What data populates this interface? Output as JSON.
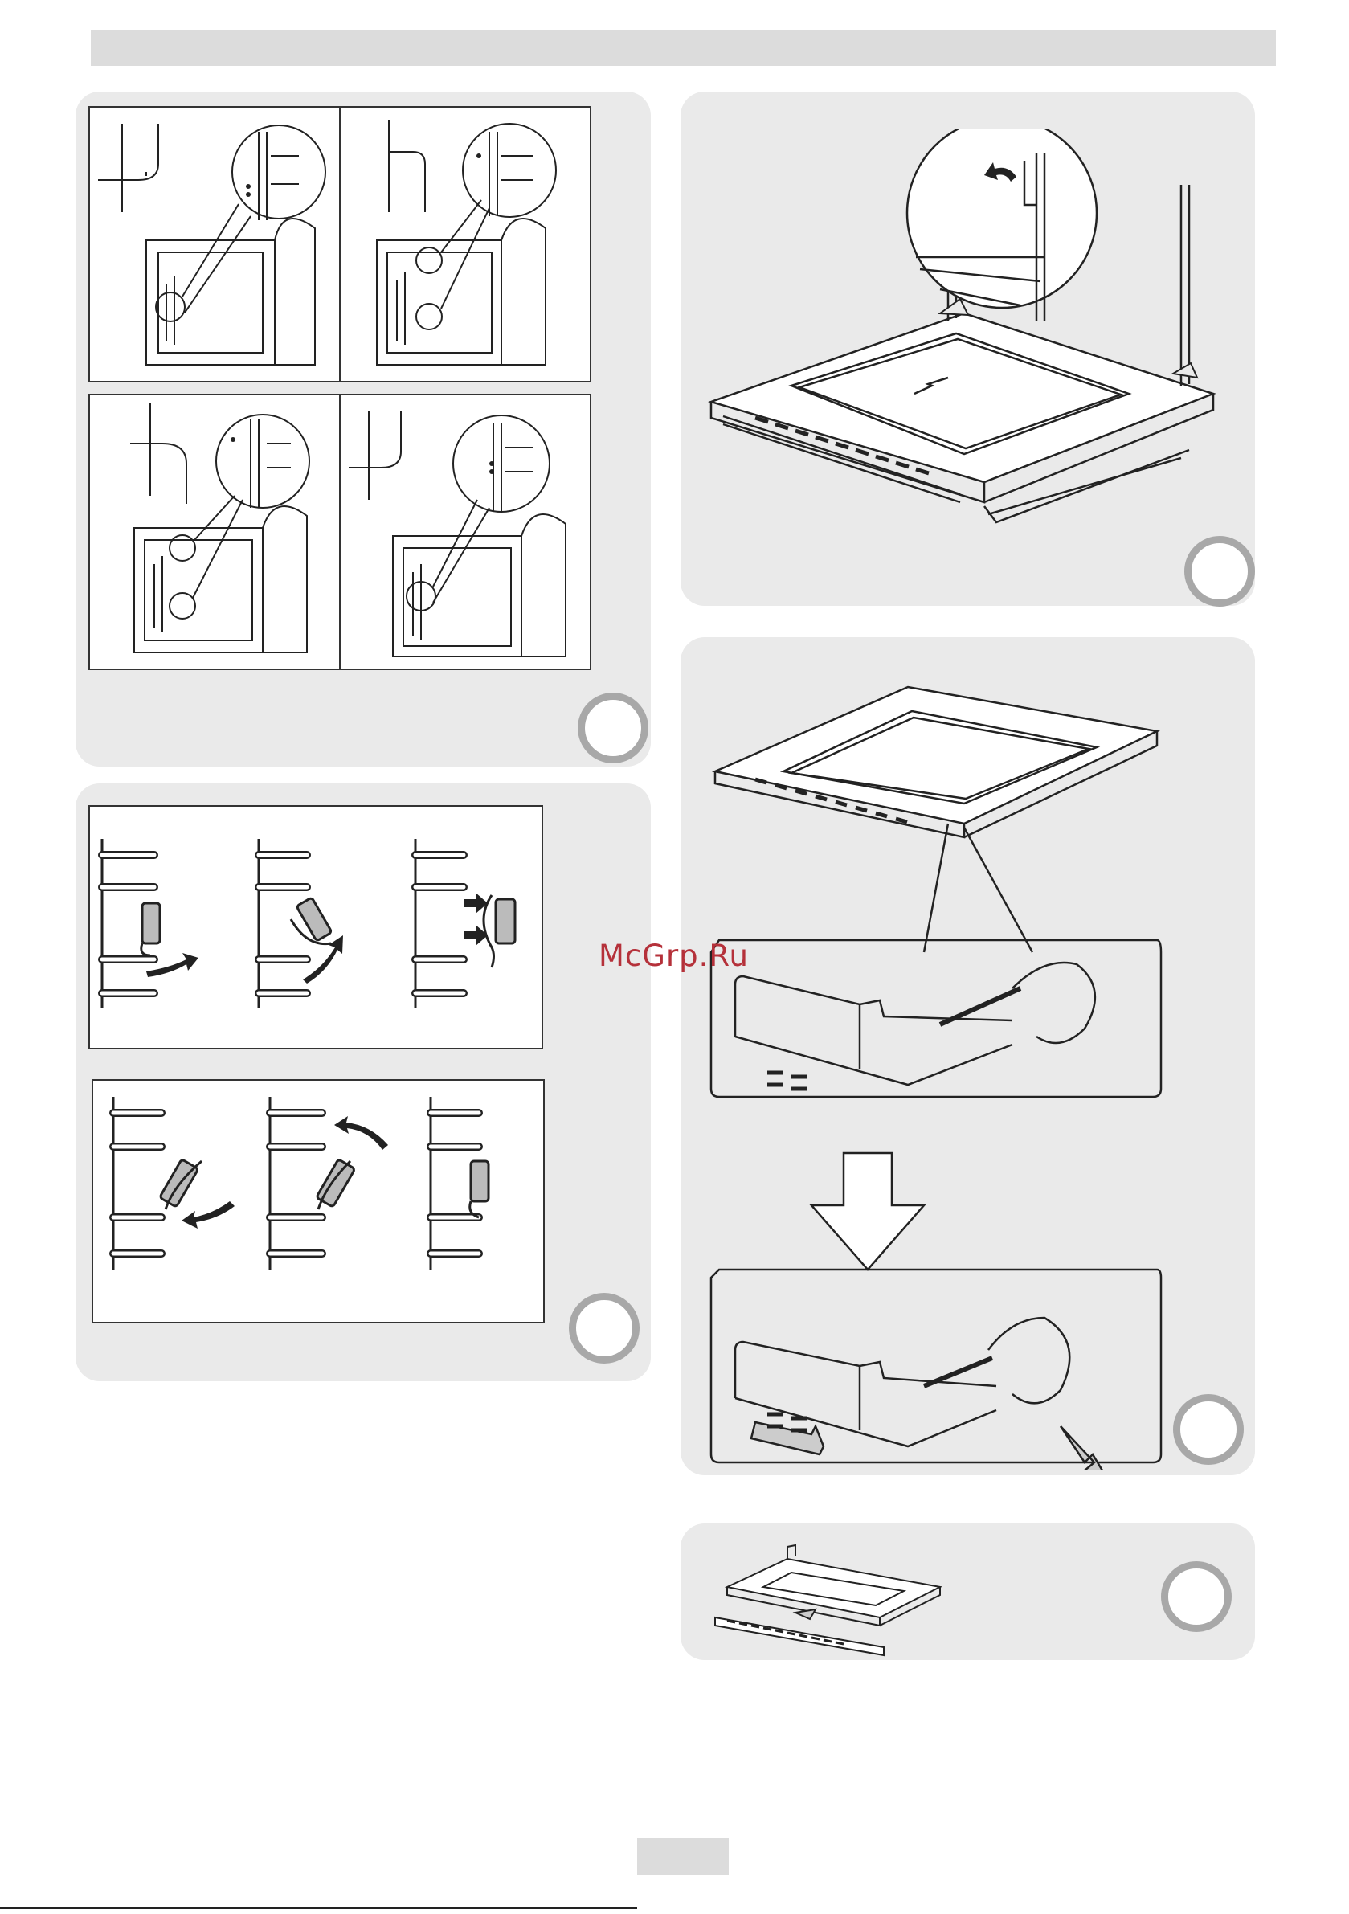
{
  "watermark": {
    "text": "McGrp.Ru"
  },
  "colors": {
    "panel": "#eaeaea",
    "header_bar": "#dcdcdc",
    "badge_ring": "#a8a8a8",
    "watermark": "#b5313a"
  },
  "figures": [
    {
      "id": "rack-installation",
      "icon": "oven-rack-diagram"
    },
    {
      "id": "rack-clip-mounting",
      "icon": "rack-clip-diagram"
    },
    {
      "id": "door-hinge-lock",
      "icon": "oven-door-hinge-diagram"
    },
    {
      "id": "door-strip-removal",
      "icon": "screwdriver-door-diagram"
    },
    {
      "id": "door-glass-removal",
      "icon": "door-glass-diagram"
    }
  ]
}
